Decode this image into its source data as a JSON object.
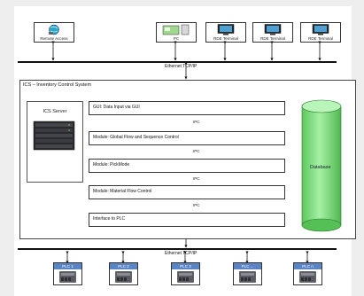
{
  "top_nodes": [
    {
      "label": "Remote Access",
      "icon": "globe-computer-icon"
    },
    {
      "label": "PC",
      "icon": "desktop-pc-icon"
    },
    {
      "label": "RDE Terminal",
      "icon": "monitor-icon"
    },
    {
      "label": "RDE Terminal",
      "icon": "monitor-icon"
    },
    {
      "label": "RDE Terminal",
      "icon": "monitor-icon"
    }
  ],
  "bus_top_label": "Ethernet TCP/IP",
  "ics": {
    "title": "ICS – Inventory Control System",
    "server_label": "ICS Server",
    "modules": [
      "GUI: Data Input via GUI",
      "Module: Global Flow and Sequence Control",
      "Module: PickMode",
      "Module: Material Flow Control",
      "Interface to PLC"
    ],
    "ipc_label": "IPC",
    "database_label": "Database"
  },
  "bus_bottom_label": "Ethernet TCP/IP",
  "plcs": [
    "PLC 1",
    "PLC 2",
    "PLC 3",
    "PLC ...",
    "PLC n"
  ],
  "colors": {
    "bus": "#111111",
    "database": "#7ee07e",
    "plc_header": "#5b84c4",
    "module_arrow": "#111111"
  }
}
